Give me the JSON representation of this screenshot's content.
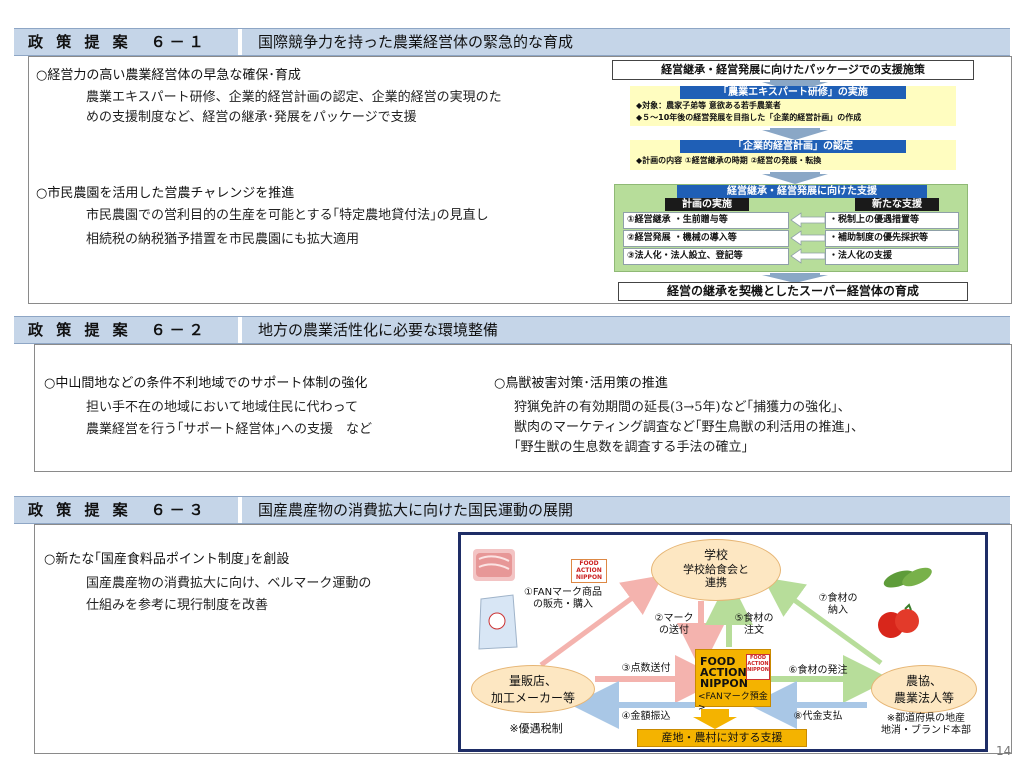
{
  "section1": {
    "label": "政 策 提 案　６－１",
    "title": "国際競争力を持った農業経営体の緊急的な育成",
    "item1_heading": "○経営力の高い農業経営体の早急な確保･育成",
    "item1_line1": "農業エキスパート研修、企業的経営計画の認定、企業的経営の実現のた",
    "item1_line2": "めの支援制度など、経営の継承･発展をパッケージで支援",
    "item2_heading": "○市民農園を活用した営農チャレンジを推進",
    "item2_line1": "市民農園での営利目的の生産を可能とする｢特定農地貸付法｣の見直し",
    "item2_line2": "相続税の納税猶予措置を市民農園にも拡大適用",
    "diagram": {
      "top_title": "経営継承・経営発展に向けたパッケージでの支援施策",
      "expert_title": "「農業エキスパート研修」の実施",
      "expert_line1": "◆対象：農家子弟等 意欲ある若手農業者",
      "expert_line2": "◆５～10年後の経営発展を目指した「企業的経営計画」の作成",
      "plan_title": "「企業的経営計画」の認定",
      "plan_line1": "◆計画の内容 ①経営継承の時期 ②経営の発展・転換",
      "support_title": "経営継承・経営発展に向けた支援",
      "left_header": "計画の実施",
      "right_header": "新たな支援",
      "left_items": [
        "①経営継承 ・生前贈与等",
        "②経営発展 ・機械の導入等",
        "③法人化・法人設立、登記等"
      ],
      "right_items": [
        "・税制上の優遇措置等",
        "・補助制度の優先採択等",
        "・法人化の支援"
      ],
      "bottom_title": "経営の継承を契機としたスーパー経営体の育成"
    }
  },
  "section2": {
    "label": "政 策 提 案　６－２",
    "title": "地方の農業活性化に必要な環境整備",
    "left_heading": "○中山間地などの条件不利地域でのサポート体制の強化",
    "left_line1": "担い手不在の地域において地域住民に代わって",
    "left_line2": "農業経営を行う｢サポート経営体｣への支援　など",
    "right_heading": "○鳥獣被害対策･活用策の推進",
    "right_line1": "狩猟免許の有効期間の延長(3→5年)など｢捕獲力の強化｣、",
    "right_line2": "獣肉のマーケティング調査など｢野生鳥獣の利活用の推進｣、",
    "right_line3": "｢野生獣の生息数を調査する手法の確立｣"
  },
  "section3": {
    "label": "政 策 提 案　６－３",
    "title": "国産農産物の消費拡大に向けた国民運動の展開",
    "heading": "○新たな｢国産食料品ポイント制度｣を創設",
    "line1": "国産農産物の消費拡大に向け、ベルマーク運動の",
    "line2": "仕組みを参考に現行制度を改善",
    "diagram": {
      "school_title": "学校",
      "school_sub1": "学校給食会と",
      "school_sub2": "連携",
      "retailer_line1": "量販店、",
      "retailer_line2": "加工メーカー等",
      "ja_line1": "農協、",
      "ja_line2": "農業法人等",
      "fan_line1": "FOOD",
      "fan_line2": "ACTION",
      "fan_line3": "NIPPON",
      "fan_deposit": "<FANマーク預金>",
      "logo_text": "FOOD ACTION NIPPON",
      "support": "産地・農村に対する支援",
      "step1_line1": "①FANマーク商品",
      "step1_line2": "の販売・購入",
      "step2_line1": "②マーク",
      "step2_line2": "の送付",
      "step3": "③点数送付",
      "step4": "④金額振込",
      "step5_line1": "⑤食材の",
      "step5_line2": "注文",
      "step6": "⑥食材の発注",
      "step7_line1": "⑦食材の",
      "step7_line2": "納入",
      "step8": "⑧代金支払",
      "note_left": "※優遇税制",
      "note_right_line1": "※都道府県の地産",
      "note_right_line2": "地消・ブランド本部"
    }
  },
  "page_number": "14"
}
